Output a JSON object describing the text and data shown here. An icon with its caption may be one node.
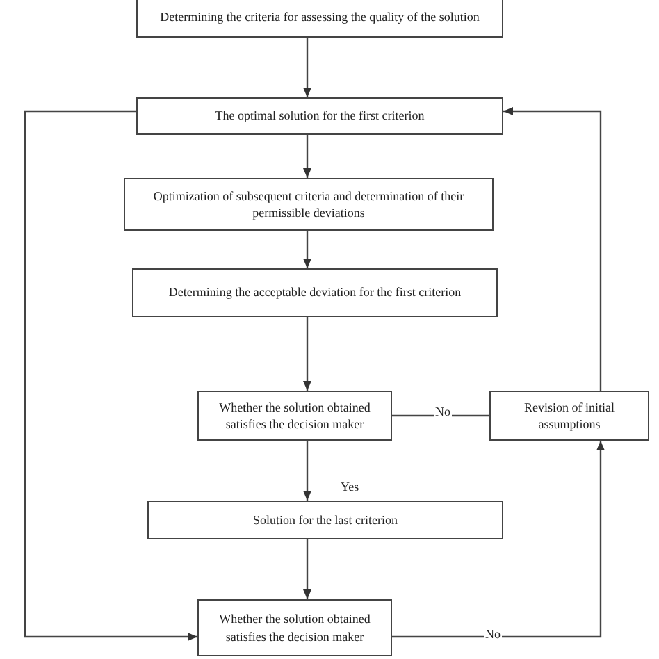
{
  "diagram": {
    "nodes": [
      {
        "text": [
          "Determining the criteria for assessing the quality of the solution"
        ]
      },
      {
        "text": [
          "The optimal solution for the first criterion"
        ]
      },
      {
        "text": [
          "Optimization of subsequent criteria and determination of their permissible deviations"
        ]
      },
      {
        "text": [
          "Determining the acceptable deviation for the first criterion"
        ]
      },
      {
        "text": [
          "Whether the solution obtained satisfies the decision maker"
        ]
      },
      {
        "text": [
          "Revision of initial assumptions"
        ]
      },
      {
        "text": [
          "Solution for the last criterion"
        ]
      },
      {
        "text": [
          "Whether the solution obtained satisfies the decision maker"
        ]
      }
    ],
    "edges": [
      {
        "from": 0,
        "to": 1,
        "arrow": "to"
      },
      {
        "from": 1,
        "to": 2,
        "arrow": "to"
      },
      {
        "from": 2,
        "to": 3,
        "arrow": "to"
      },
      {
        "from": 3,
        "to": 4,
        "arrow": "to"
      },
      {
        "from": 4,
        "to": 5,
        "arrow": "none",
        "label": "No"
      },
      {
        "from": 5,
        "to": 1,
        "arrow": "to"
      },
      {
        "from": 4,
        "to": 6,
        "arrow": "to",
        "label": "Yes"
      },
      {
        "from": 6,
        "to": 7,
        "arrow": "to"
      },
      {
        "from": 1,
        "to": 7,
        "arrow": "to"
      },
      {
        "from": 7,
        "to": 5,
        "arrow": "to",
        "label": "No"
      }
    ]
  }
}
